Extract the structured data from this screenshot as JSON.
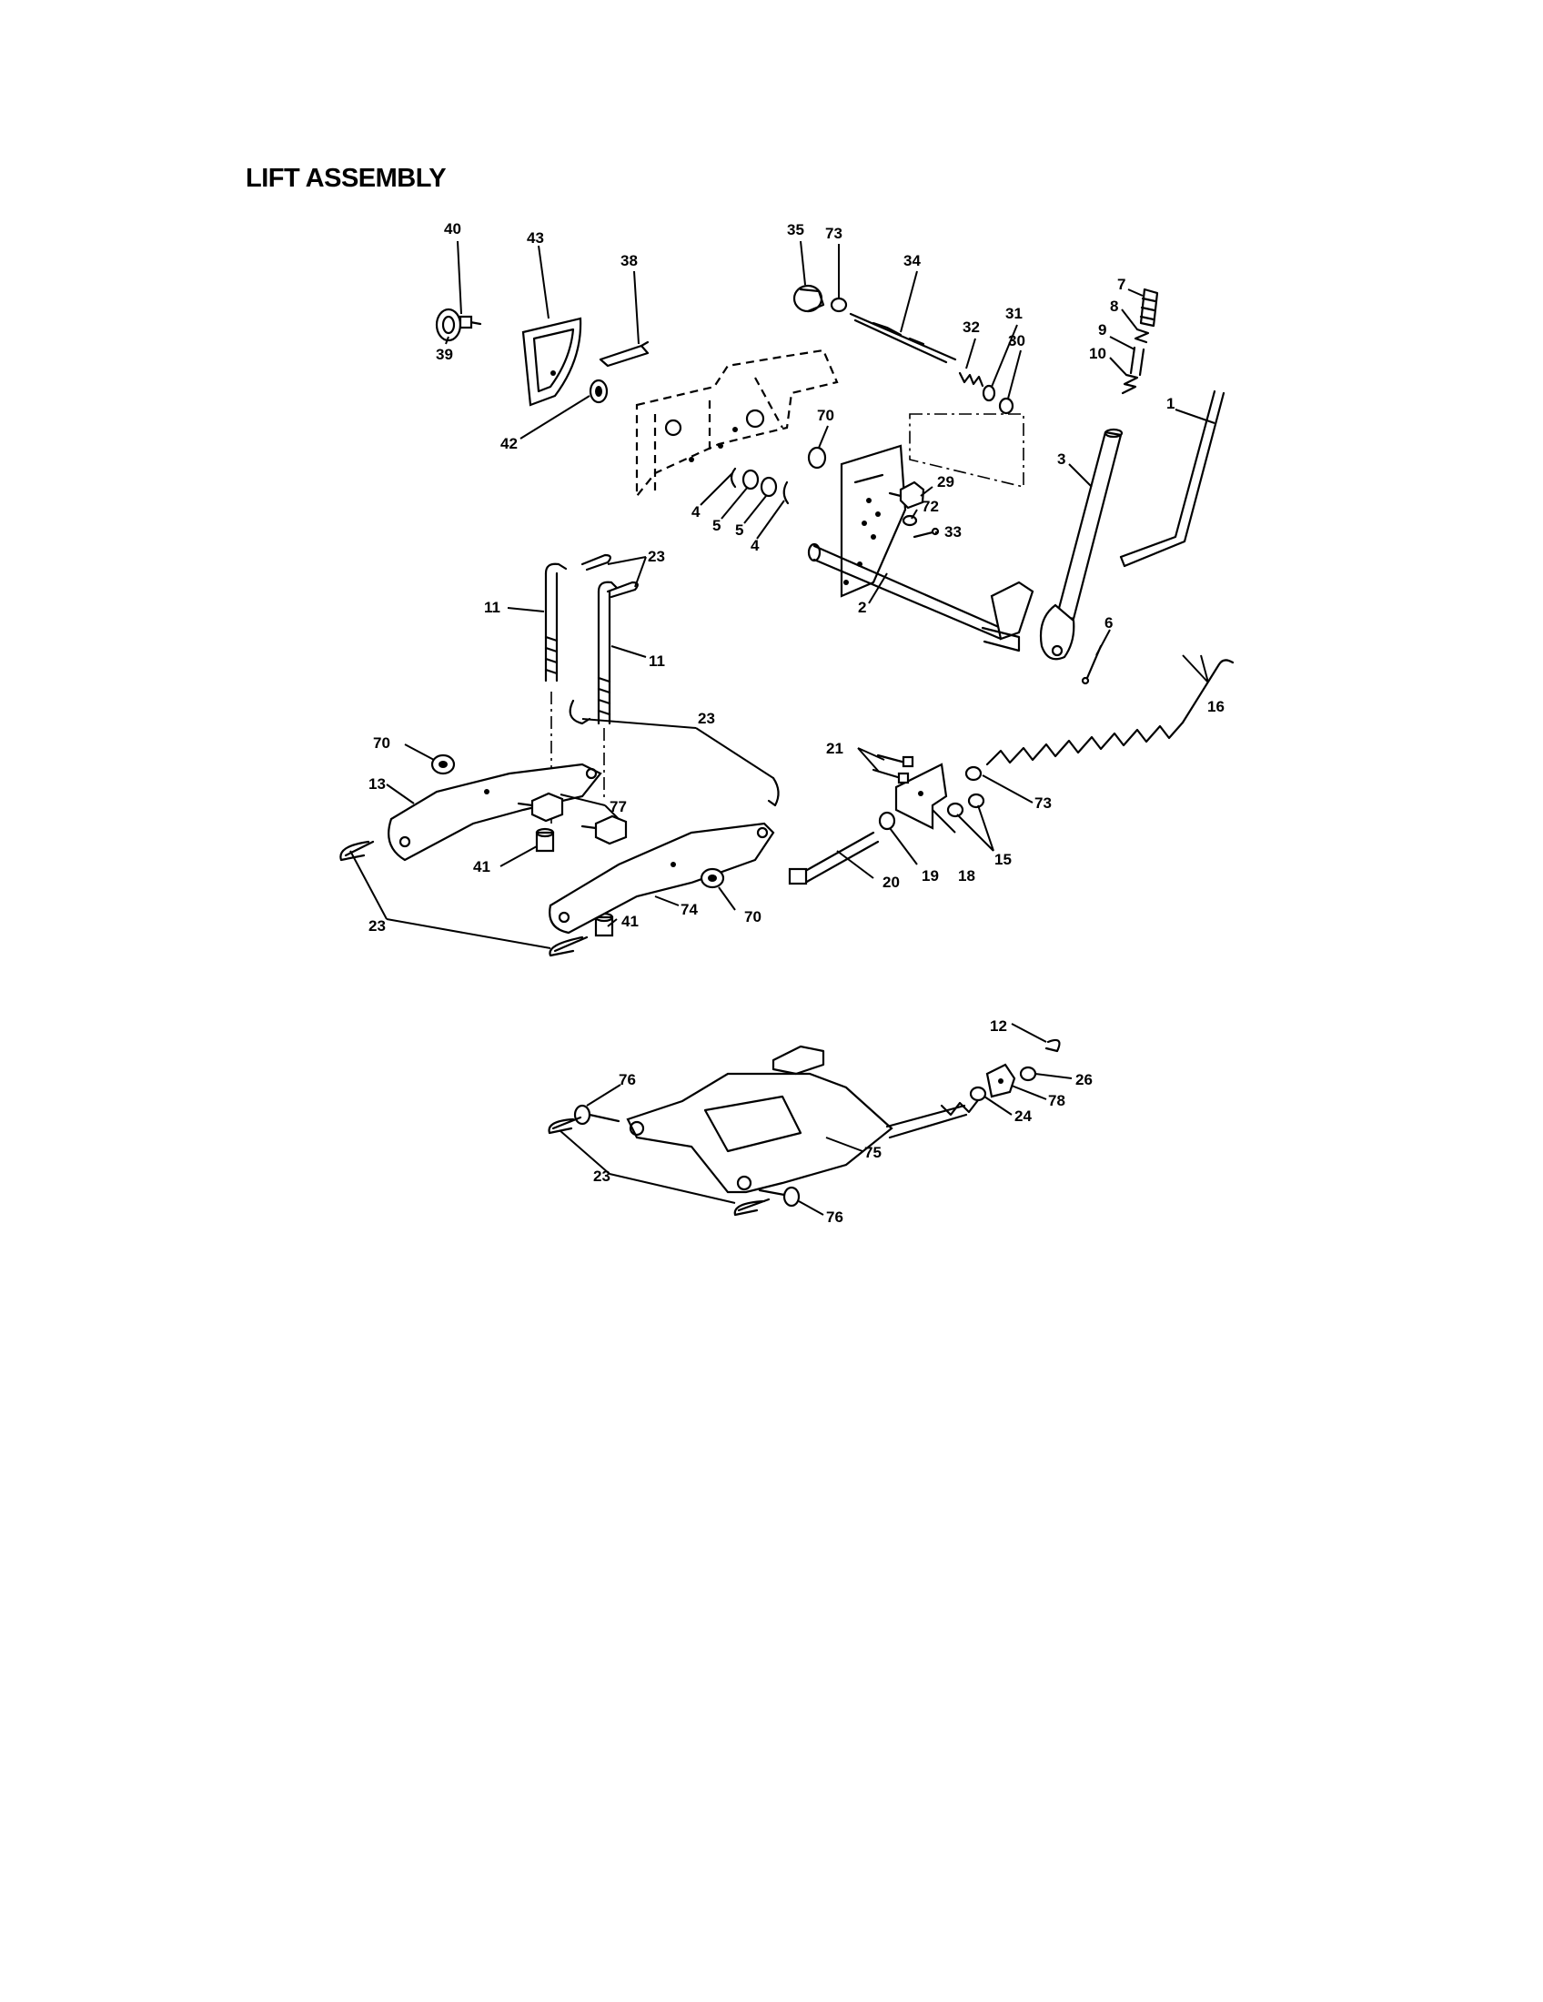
{
  "title": "LIFT ASSEMBLY",
  "callouts": [
    {
      "id": "c40",
      "text": "40"
    },
    {
      "id": "c43",
      "text": "43"
    },
    {
      "id": "c38",
      "text": "38"
    },
    {
      "id": "c39",
      "text": "39"
    },
    {
      "id": "c42",
      "text": "42"
    },
    {
      "id": "c35",
      "text": "35"
    },
    {
      "id": "c73a",
      "text": "73"
    },
    {
      "id": "c34",
      "text": "34"
    },
    {
      "id": "c31",
      "text": "31"
    },
    {
      "id": "c32",
      "text": "32"
    },
    {
      "id": "c30",
      "text": "30"
    },
    {
      "id": "c7",
      "text": "7"
    },
    {
      "id": "c8",
      "text": "8"
    },
    {
      "id": "c9",
      "text": "9"
    },
    {
      "id": "c10",
      "text": "10"
    },
    {
      "id": "c1",
      "text": "1"
    },
    {
      "id": "c3",
      "text": "3"
    },
    {
      "id": "c70a",
      "text": "70"
    },
    {
      "id": "c29",
      "text": "29"
    },
    {
      "id": "c72",
      "text": "72"
    },
    {
      "id": "c33",
      "text": "33"
    },
    {
      "id": "c4a",
      "text": "4"
    },
    {
      "id": "c5a",
      "text": "5"
    },
    {
      "id": "c5b",
      "text": "5"
    },
    {
      "id": "c4b",
      "text": "4"
    },
    {
      "id": "c23a",
      "text": "23"
    },
    {
      "id": "c11a",
      "text": "11"
    },
    {
      "id": "c11b",
      "text": "11"
    },
    {
      "id": "c2",
      "text": "2"
    },
    {
      "id": "c6",
      "text": "6"
    },
    {
      "id": "c16",
      "text": "16"
    },
    {
      "id": "c23b",
      "text": "23"
    },
    {
      "id": "c70b",
      "text": "70"
    },
    {
      "id": "c13",
      "text": "13"
    },
    {
      "id": "c77",
      "text": "77"
    },
    {
      "id": "c21",
      "text": "21"
    },
    {
      "id": "c73b",
      "text": "73"
    },
    {
      "id": "c41a",
      "text": "41"
    },
    {
      "id": "c15",
      "text": "15"
    },
    {
      "id": "c20",
      "text": "20"
    },
    {
      "id": "c19",
      "text": "19"
    },
    {
      "id": "c18",
      "text": "18"
    },
    {
      "id": "c74",
      "text": "74"
    },
    {
      "id": "c70c",
      "text": "70"
    },
    {
      "id": "c41b",
      "text": "41"
    },
    {
      "id": "c23c",
      "text": "23"
    },
    {
      "id": "c12",
      "text": "12"
    },
    {
      "id": "c26",
      "text": "26"
    },
    {
      "id": "c76a",
      "text": "76"
    },
    {
      "id": "c78",
      "text": "78"
    },
    {
      "id": "c24",
      "text": "24"
    },
    {
      "id": "c75",
      "text": "75"
    },
    {
      "id": "c23d",
      "text": "23"
    },
    {
      "id": "c76b",
      "text": "76"
    }
  ]
}
